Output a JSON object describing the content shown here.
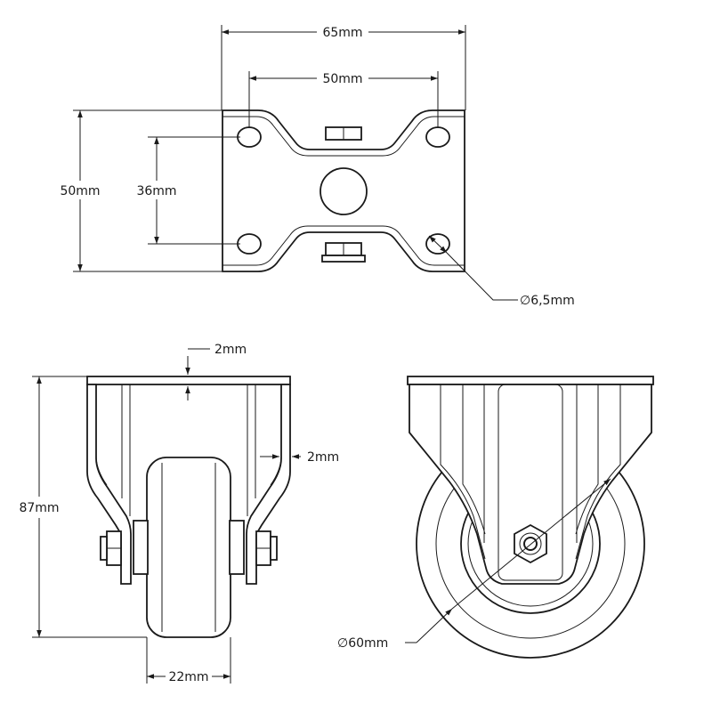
{
  "drawing": {
    "stroke_color": "#1a1a1a",
    "shade_color": "#e9e9e9",
    "background": "#ffffff",
    "top_view": {
      "width_label": "65mm",
      "hole_spacing_x_label": "50mm",
      "height_label": "50mm",
      "hole_spacing_y_label": "36mm",
      "hole_diameter_label": "∅6,5mm"
    },
    "front_view": {
      "plate_thickness_label": "2mm",
      "bracket_thickness_label": "2mm",
      "total_height_label": "87mm",
      "wheel_width_label": "22mm"
    },
    "side_view": {
      "wheel_diameter_label": "∅60mm"
    }
  }
}
